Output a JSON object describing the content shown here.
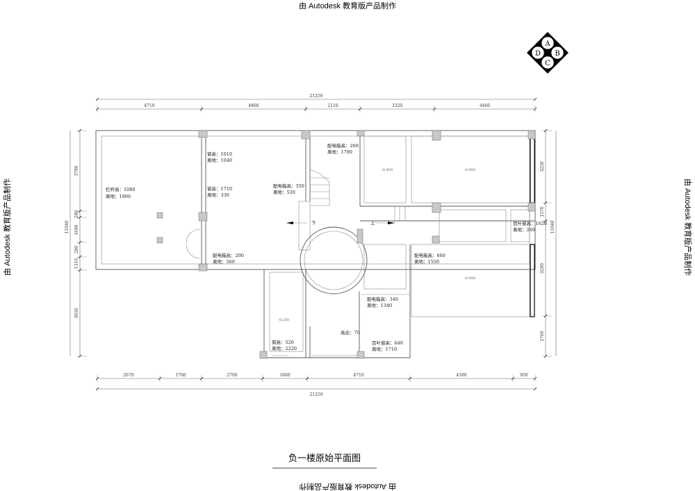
{
  "watermark": "由 Autodesk 教育版产品制作",
  "compass": {
    "labels": [
      "A",
      "B",
      "C",
      "D"
    ]
  },
  "drawing_title": "负一楼原始平面图",
  "dimensions": {
    "top_total": "21250",
    "top": [
      "4710",
      "4860",
      "2110",
      "3320",
      "4460"
    ],
    "bottom_total": "21250",
    "bottom": [
      "2670",
      "1760",
      "2760",
      "1860",
      "4710",
      "4580",
      "950"
    ],
    "left_total": "11040",
    "left": [
      "3790",
      "280",
      "1690",
      "280",
      "1310",
      "3050"
    ],
    "right_total": "11040",
    "right": [
      "3250",
      "1570",
      "3260",
      "1760"
    ]
  },
  "notes": {
    "railing": [
      "栏杆高：1080",
      "离地：1900"
    ],
    "window1": [
      "窗高：1010",
      "离地：1040"
    ],
    "window2": [
      "窗高：1710",
      "离地：330"
    ],
    "box350": [
      "配电箱高：350",
      "离地：520"
    ],
    "box200": [
      "配电箱高：200",
      "离地：560"
    ],
    "box260": [
      "配电箱高：260",
      "离地：1790"
    ],
    "louver1620": [
      "百叶窗高：1620",
      "离地：200"
    ],
    "box660": [
      "配电箱高：660",
      "离地：1550"
    ],
    "box340": [
      "配电箱高：340",
      "离地：1340"
    ],
    "raised": "高出：70",
    "window520": [
      "窗高：520",
      "离地：2220"
    ],
    "louver640": [
      "百叶窗高：640",
      "离地：1710"
    ],
    "stair_down": "下",
    "stair_up": "上"
  },
  "elevations": [
    "-0.450",
    "-0.050",
    "-0.050",
    "-0.250"
  ]
}
